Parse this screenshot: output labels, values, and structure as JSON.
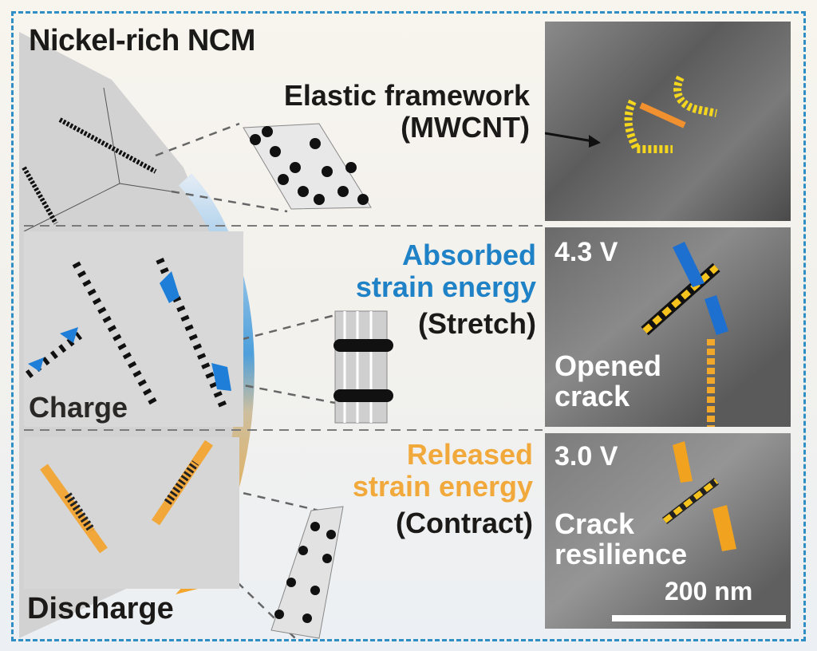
{
  "figure": {
    "title": "Nickel-rich NCM",
    "top_label": {
      "line1": "Elastic framework",
      "line2": "(MWCNT)"
    },
    "middle_label": {
      "line1": "Absorbed",
      "line2": "strain energy",
      "line3": "(Stretch)"
    },
    "bottom_label": {
      "line1": "Released",
      "line2": "strain energy",
      "line3": "(Contract)"
    },
    "charge_label": "Charge",
    "discharge_label": "Discharge",
    "sem_middle": {
      "voltage": "4.3 V",
      "caption_line1": "Opened",
      "caption_line2": "crack"
    },
    "sem_bottom": {
      "voltage": "3.0 V",
      "caption_line1": "Crack",
      "caption_line2": "resilience",
      "scale_bar": "200 nm"
    },
    "colors": {
      "frame": "#2f8fc5",
      "absorbed": "#1f82c6",
      "released": "#f1a93c",
      "text": "#1c1a18"
    }
  }
}
